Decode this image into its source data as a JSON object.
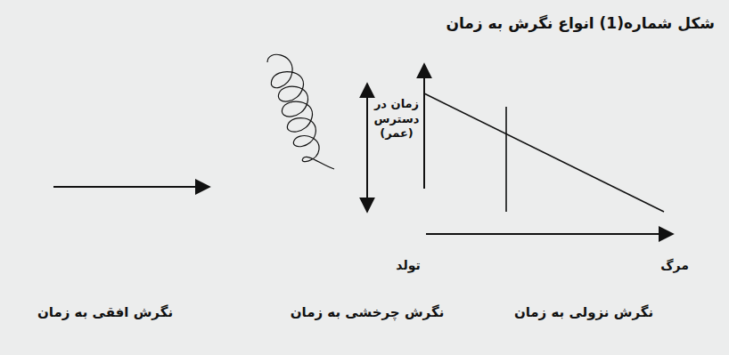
{
  "diagram": {
    "title": "شکل شماره(1) انواع نگرش به زمان",
    "labels": [
      "زمان در دسترس (عمر)",
      "تولد",
      "مرگ",
      "نگرش نزولی به زمان",
      "نگرش چرخشی به زمان",
      "نگرش افقی به زمان"
    ]
  }
}
